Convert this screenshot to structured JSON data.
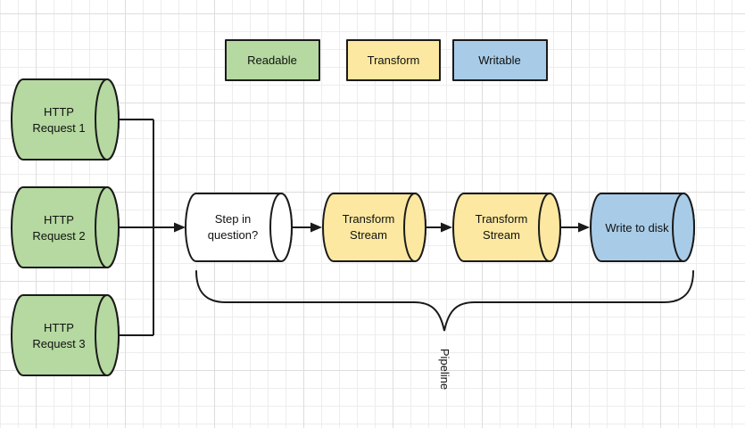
{
  "colors": {
    "readable_fill": "#b5d9a0",
    "transform_fill": "#fce8a0",
    "writable_fill": "#a8cce8",
    "neutral_fill": "#ffffff",
    "stroke": "#1a1a1a"
  },
  "legend": {
    "items": [
      {
        "id": "readable",
        "label": "Readable",
        "color": "#b5d9a0"
      },
      {
        "id": "transform",
        "label": "Transform",
        "color": "#fce8a0"
      },
      {
        "id": "writable",
        "label": "Writable",
        "color": "#a8cce8"
      }
    ]
  },
  "sources": [
    {
      "line1": "HTTP",
      "line2": "Request 1"
    },
    {
      "line1": "HTTP",
      "line2": "Request 2"
    },
    {
      "line1": "HTTP",
      "line2": "Request 3"
    }
  ],
  "steps": [
    {
      "line1": "Step in",
      "line2": "question?"
    },
    {
      "line1": "Transform",
      "line2": "Stream"
    },
    {
      "line1": "Transform",
      "line2": "Stream"
    },
    {
      "label": "Write to disk"
    }
  ],
  "brace": {
    "label": "Pipeline"
  }
}
